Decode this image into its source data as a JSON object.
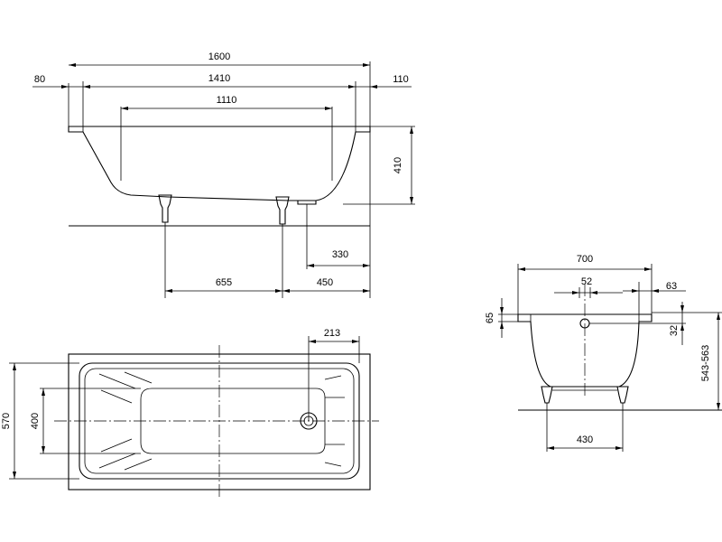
{
  "side_view": {
    "dims": {
      "overall_length": "1600",
      "left_rim": "80",
      "inner_length": "1410",
      "right_rim": "110",
      "bottom_length": "1110",
      "depth": "410",
      "drain_offset": "330",
      "leg_spacing": "655",
      "leg_to_end": "450"
    }
  },
  "top_view": {
    "dims": {
      "overall_width": "570",
      "inner_width": "400",
      "drain_from_end": "213"
    }
  },
  "end_view": {
    "dims": {
      "overall_width": "700",
      "drain_width": "52",
      "rim_width": "63",
      "rim_height": "65",
      "overflow_height": "32",
      "total_height": "543-563",
      "leg_spacing": "430"
    }
  }
}
